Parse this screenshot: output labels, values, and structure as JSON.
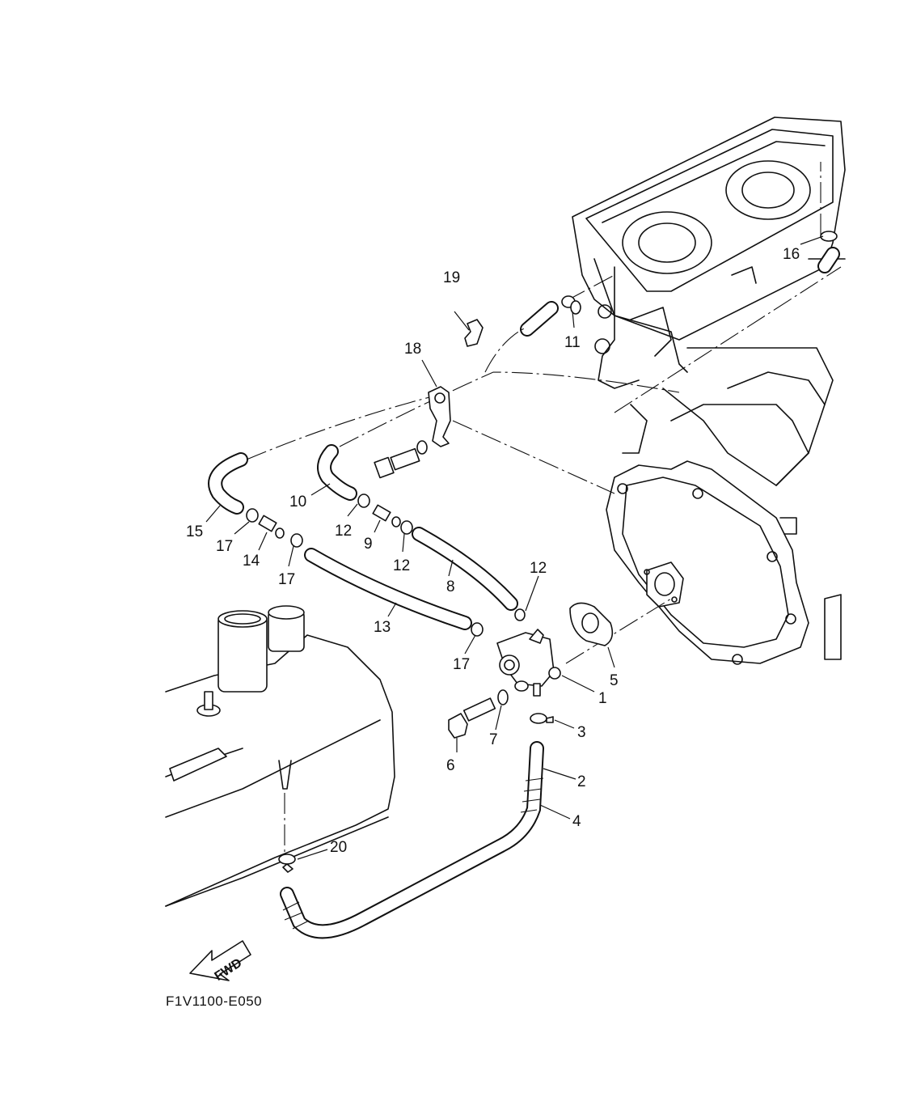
{
  "diagram_code": "F1V1100-E050",
  "fwd_label": "FWD",
  "callouts": [
    {
      "id": "c1",
      "label": "1"
    },
    {
      "id": "c2",
      "label": "2"
    },
    {
      "id": "c3",
      "label": "3"
    },
    {
      "id": "c4",
      "label": "4"
    },
    {
      "id": "c5",
      "label": "5"
    },
    {
      "id": "c6",
      "label": "6"
    },
    {
      "id": "c7",
      "label": "7"
    },
    {
      "id": "c8",
      "label": "8"
    },
    {
      "id": "c9",
      "label": "9"
    },
    {
      "id": "c10",
      "label": "10"
    },
    {
      "id": "c11",
      "label": "11"
    },
    {
      "id": "c12a",
      "label": "12"
    },
    {
      "id": "c12b",
      "label": "12"
    },
    {
      "id": "c12c",
      "label": "12"
    },
    {
      "id": "c13",
      "label": "13"
    },
    {
      "id": "c14",
      "label": "14"
    },
    {
      "id": "c15",
      "label": "15"
    },
    {
      "id": "c16",
      "label": "16"
    },
    {
      "id": "c17a",
      "label": "17"
    },
    {
      "id": "c17b",
      "label": "17"
    },
    {
      "id": "c17c",
      "label": "17"
    },
    {
      "id": "c18",
      "label": "18"
    },
    {
      "id": "c19",
      "label": "19"
    },
    {
      "id": "c20",
      "label": "20"
    }
  ]
}
